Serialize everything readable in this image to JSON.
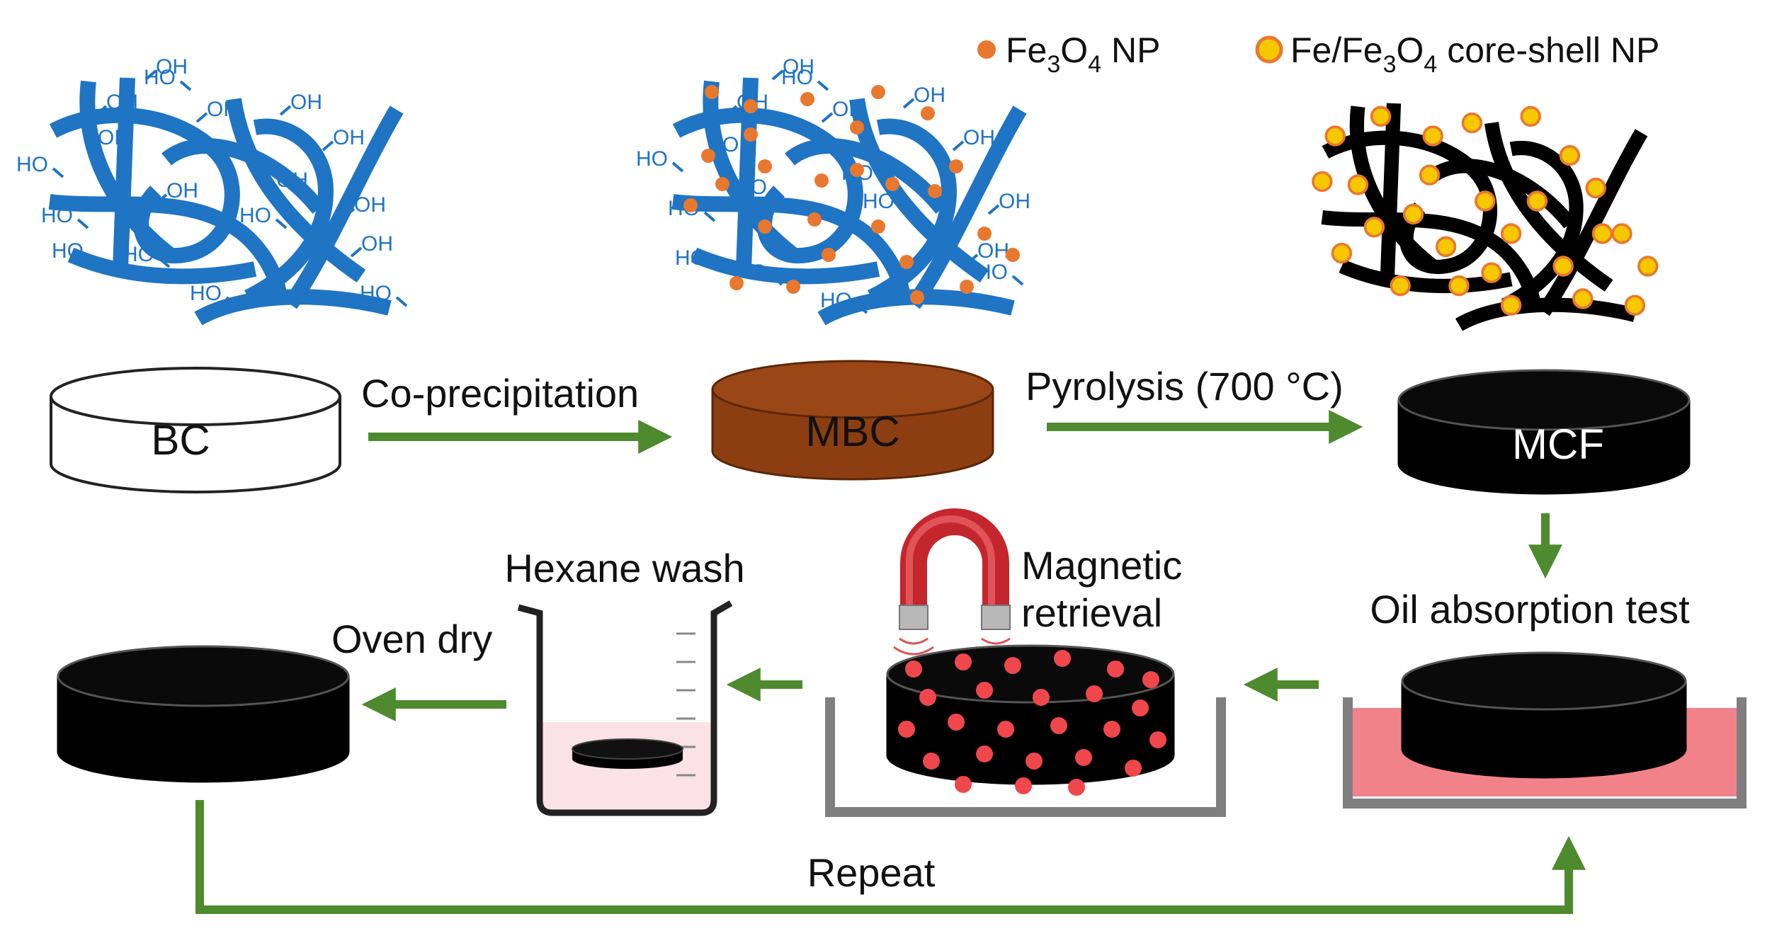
{
  "legend": {
    "fe3o4": {
      "pre": "Fe",
      "sub1": "3",
      "mid": "O",
      "sub2": "4",
      "post": " NP",
      "color": "#e9782f"
    },
    "core_shell": {
      "pre": "Fe/Fe",
      "sub1": "3",
      "mid": "O",
      "sub2": "4",
      "post": " core-shell NP",
      "color": "#f7c800",
      "ring": "#e9782f"
    }
  },
  "fiber": {
    "hydroxyl": "OH",
    "hydroxyl_rev": "HO",
    "bc_color": "#1f74c4",
    "mcf_color": "#000000"
  },
  "disks": {
    "bc": {
      "label": "BC",
      "color": "#ffffff",
      "text_color": "#111111"
    },
    "mbc": {
      "label": "MBC",
      "color": "#8c3e12",
      "text_color": "#111111"
    },
    "mcf": {
      "label": "MCF",
      "color": "#000000",
      "text_color": "#ffffff"
    }
  },
  "steps": {
    "coprecipitation": "Co-precipitation",
    "pyrolysis": "Pyrolysis (700 °C)",
    "oil_test": "Oil absorption test",
    "magnetic_1": "Magnetic",
    "magnetic_2": "retrieval",
    "hexane": "Hexane wash",
    "oven": "Oven dry",
    "repeat": "Repeat"
  },
  "colors": {
    "arrow": "#4e8a2e",
    "oil": "#f2828a",
    "hexane": "#fbe2e6",
    "tray": "#7f7f7f",
    "particle": "#f0474c",
    "magnet": "#c4262d"
  }
}
